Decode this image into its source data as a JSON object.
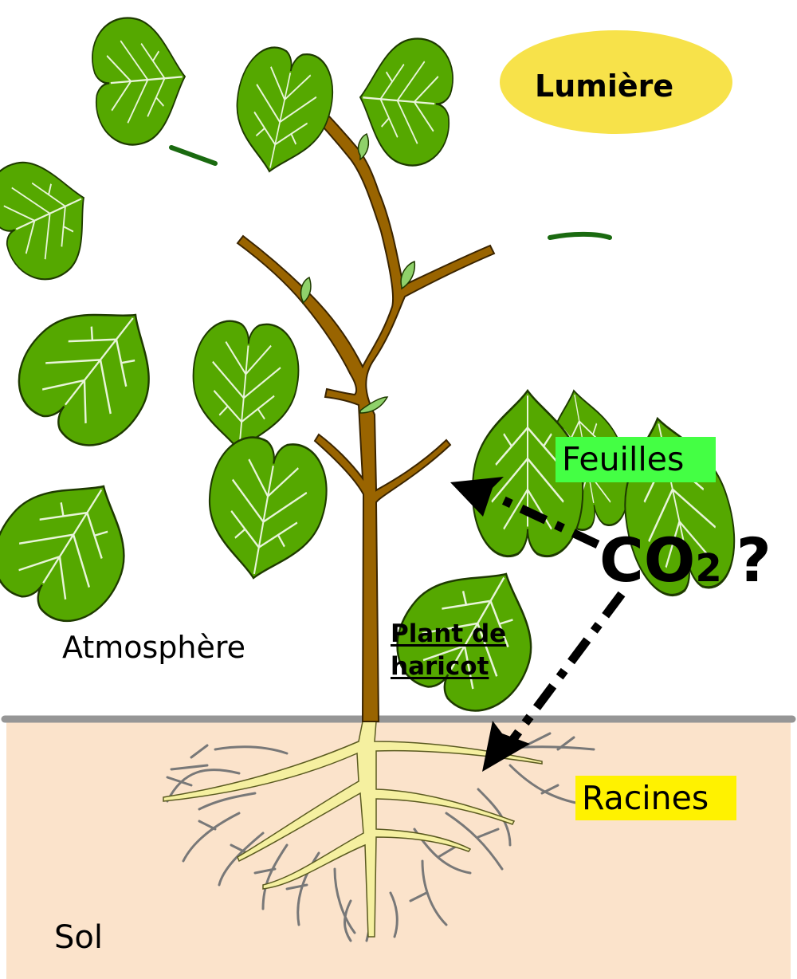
{
  "labels": {
    "light": "Lumière",
    "leaves": "Feuilles",
    "roots": "Racines",
    "atmosphere": "Atmosphère",
    "soil": "Sol",
    "plant_line1": "Plant de",
    "plant_line2": "haricot",
    "co2_main": "CO",
    "co2_sub": "2",
    "co2_question": "?"
  },
  "colors": {
    "sun": "#f7e24a",
    "leaves_tag": "#44ff44",
    "roots_tag": "#fff200",
    "leaf": "#55a800",
    "leaf_vein": "#e8f5d8",
    "stem": "#996400",
    "soil": "#fbe3cb",
    "ground_line": "#969696",
    "root_main": "#f5f0a0",
    "root_fine": "#787878",
    "arrow": "#000000"
  },
  "icons": [
    "sun-ellipse",
    "bean-plant",
    "dashed-arrow-to-leaf",
    "dashed-arrow-to-roots"
  ]
}
